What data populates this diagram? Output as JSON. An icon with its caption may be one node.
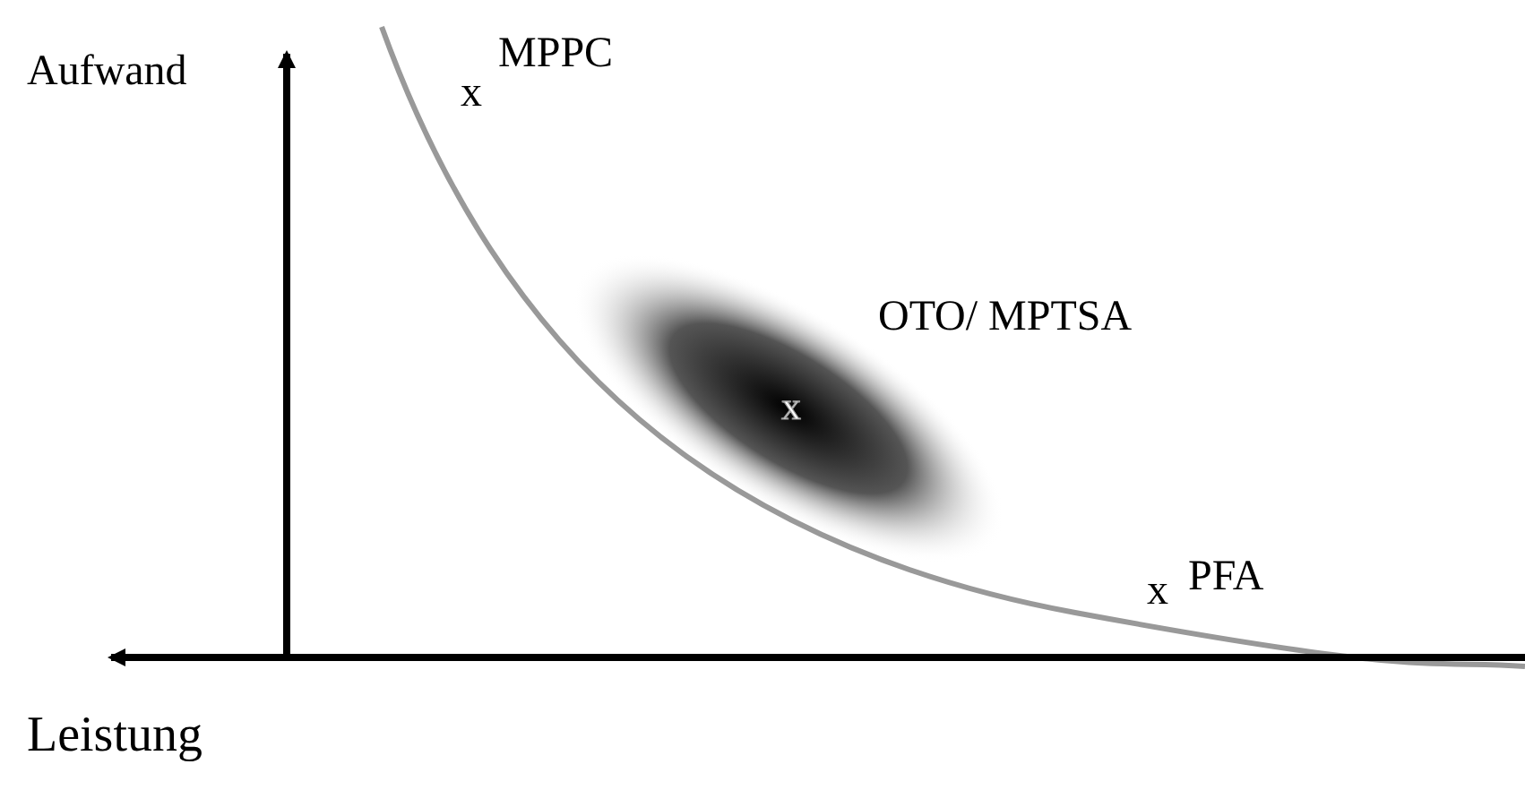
{
  "diagram": {
    "labels": [
      "Aufwand",
      "x",
      "MPPC",
      "OTO/ MPTSA",
      "x",
      "x",
      "PFA",
      "Leistung"
    ]
  }
}
